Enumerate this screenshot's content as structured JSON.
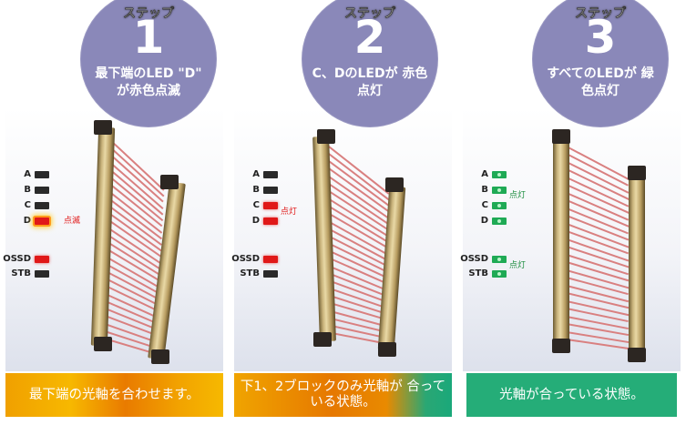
{
  "steps": [
    {
      "badge": {
        "label": "ステップ",
        "number": "1",
        "caption": "最下端のLED \"D\" が赤色点滅"
      },
      "leds": [
        {
          "label": "A",
          "state": "off"
        },
        {
          "label": "B",
          "state": "off"
        },
        {
          "label": "C",
          "state": "off"
        },
        {
          "label": "D",
          "state": "blink-red"
        },
        {
          "label": "OSSD",
          "state": "red"
        },
        {
          "label": "STB",
          "state": "off"
        }
      ],
      "notes": {
        "d_note": "点滅"
      },
      "caption": "最下端の光軸を合わせます。"
    },
    {
      "badge": {
        "label": "ステップ",
        "number": "2",
        "caption": "C、DのLEDが 赤色点灯"
      },
      "leds": [
        {
          "label": "A",
          "state": "off"
        },
        {
          "label": "B",
          "state": "off"
        },
        {
          "label": "C",
          "state": "red"
        },
        {
          "label": "D",
          "state": "red"
        },
        {
          "label": "OSSD",
          "state": "red"
        },
        {
          "label": "STB",
          "state": "off"
        }
      ],
      "notes": {
        "cd_note": "点灯"
      },
      "caption": "下1、2ブロックのみ光軸が 合っている状態。"
    },
    {
      "badge": {
        "label": "ステップ",
        "number": "3",
        "caption": "すべてのLEDが 緑色点灯"
      },
      "leds": [
        {
          "label": "A",
          "state": "green"
        },
        {
          "label": "B",
          "state": "green"
        },
        {
          "label": "C",
          "state": "green"
        },
        {
          "label": "D",
          "state": "green"
        },
        {
          "label": "OSSD",
          "state": "green"
        },
        {
          "label": "STB",
          "state": "green"
        }
      ],
      "notes": {
        "abcd_note": "点灯",
        "ossd_note": "点灯"
      },
      "caption": "光軸が合っている状態。"
    }
  ],
  "colors": {
    "badge": "#8a88b9",
    "led_red": "#e01818",
    "led_green": "#1faa55",
    "caption_orange": "#f0a000",
    "caption_green": "#25ad78"
  }
}
